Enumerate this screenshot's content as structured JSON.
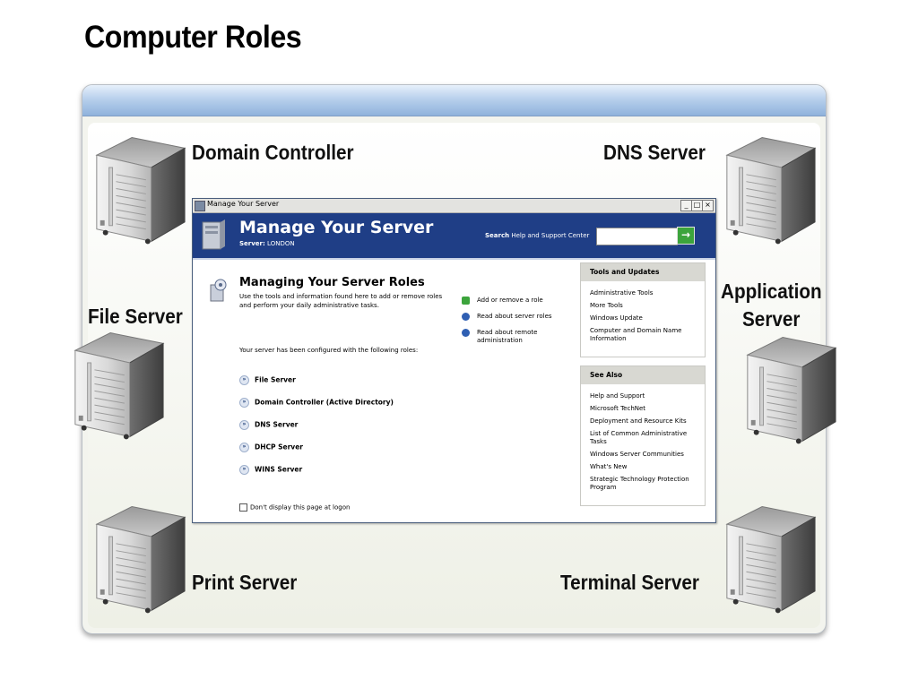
{
  "slide": {
    "title": "Computer Roles"
  },
  "roles": {
    "domain_controller": "Domain Controller",
    "dns_server": "DNS Server",
    "file_server": "File Server",
    "application_server_line1": "Application",
    "application_server_line2": "Server",
    "print_server": "Print Server",
    "terminal_server": "Terminal Server"
  },
  "window": {
    "title": "Manage Your Server",
    "controls": {
      "minimize": "_",
      "maximize": "□",
      "close": "×"
    },
    "banner": {
      "title": "Manage Your Server",
      "server_label": "Server:",
      "server_name": "LONDON",
      "search_label": "Search",
      "search_suffix": "Help and Support Center",
      "search_placeholder": "",
      "go": "→"
    },
    "main": {
      "heading": "Managing Your Server Roles",
      "description": "Use the tools and information found here to add or remove roles and perform your daily administrative tasks.",
      "configured_text": "Your server has been configured with the following roles:",
      "roles": [
        "File Server",
        "Domain Controller (Active Directory)",
        "DNS Server",
        "DHCP Server",
        "WINS Server"
      ],
      "actions": [
        {
          "label": "Add or remove a role",
          "icon": "green-arrow-icon"
        },
        {
          "label": "Read about server roles",
          "icon": "help-icon"
        },
        {
          "label": "Read about remote administration",
          "icon": "help-icon"
        }
      ],
      "checkbox_label": "Don't display this page at logon"
    },
    "tools_panel": {
      "heading": "Tools and Updates",
      "items": [
        "Administrative Tools",
        "More Tools",
        "Windows Update",
        "Computer and Domain Name Information"
      ]
    },
    "see_also_panel": {
      "heading": "See Also",
      "items": [
        "Help and Support",
        "Microsoft TechNet",
        "Deployment and Resource Kits",
        "List of Common Administrative Tasks",
        "Windows Server Communities",
        "What's New",
        "Strategic Technology Protection Program"
      ]
    }
  },
  "colors": {
    "banner": "#1f3e86",
    "frame_bar": "#b8d0ec",
    "go_button": "#3ca43c"
  }
}
